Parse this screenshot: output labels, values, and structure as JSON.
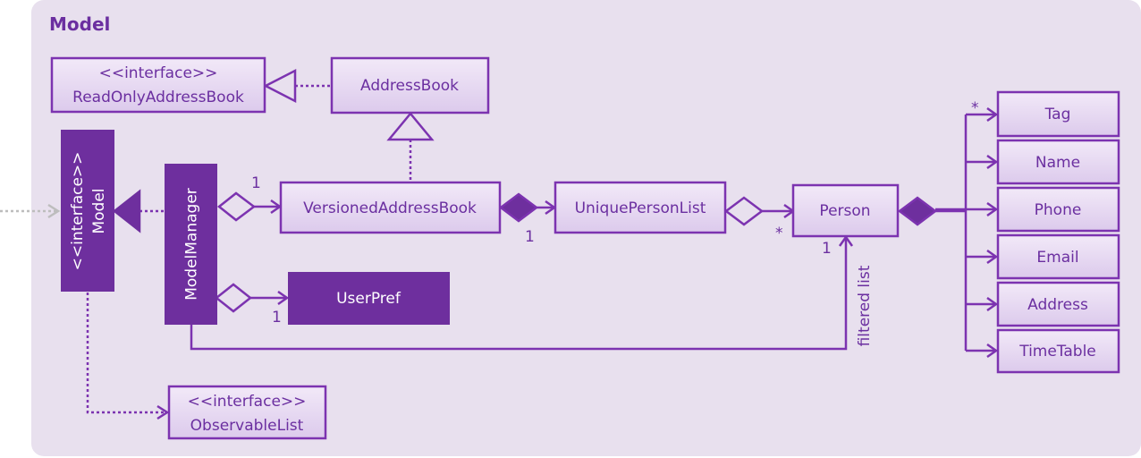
{
  "package": {
    "title": "Model"
  },
  "classes": {
    "read_only_address_book": {
      "stereotype": "<<interface>>",
      "name": "ReadOnlyAddressBook"
    },
    "address_book": {
      "name": "AddressBook"
    },
    "model": {
      "stereotype": "<<interface>>",
      "name": "Model"
    },
    "model_manager": {
      "name": "ModelManager"
    },
    "versioned_address_book": {
      "name": "VersionedAddressBook"
    },
    "unique_person_list": {
      "name": "UniquePersonList"
    },
    "person": {
      "name": "Person"
    },
    "user_pref": {
      "name": "UserPref"
    },
    "observable_list": {
      "stereotype": "<<interface>>",
      "name": "ObservableList"
    },
    "tag": {
      "name": "Tag"
    },
    "name": {
      "name": "Name"
    },
    "phone": {
      "name": "Phone"
    },
    "email": {
      "name": "Email"
    },
    "address": {
      "name": "Address"
    },
    "time_table": {
      "name": "TimeTable"
    }
  },
  "multiplicities": {
    "mm_to_vab": "1",
    "vab_to_upl": "1",
    "upl_to_person": "*",
    "mm_to_userpref": "1",
    "person_filtered": "1",
    "person_to_tag": "*"
  },
  "labels": {
    "filtered_list": "filtered list"
  },
  "colors": {
    "package_bg": "#e8e0ee",
    "box_fill": "#e6d6f2",
    "box_stroke": "#7c33b0",
    "solid_fill": "#6e2f9e",
    "line": "#7c33b0",
    "text": "#6b2fa0",
    "external_line": "#bdbdbd"
  }
}
